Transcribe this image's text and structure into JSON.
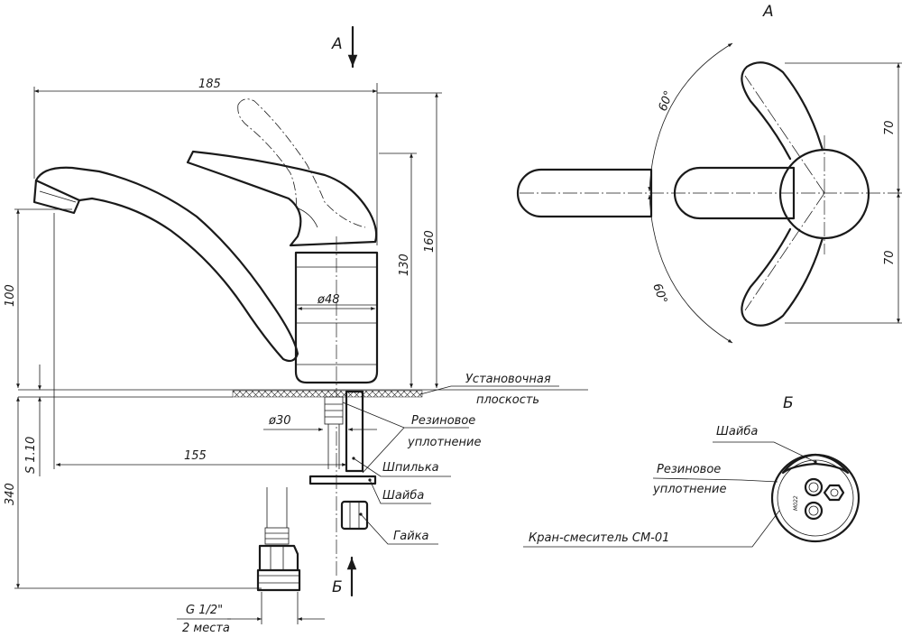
{
  "views": {
    "a_label": "А",
    "b_label": "Б"
  },
  "dimensions": {
    "d185": "185",
    "d160": "160",
    "d130": "130",
    "d100": "100",
    "d155": "155",
    "d340": "340",
    "s110": "S 1.10",
    "dia48": "ø48",
    "dia30": "ø30",
    "thread": "G 1/2\"",
    "qty": "2 места",
    "angle_top": "60°",
    "angle_bottom": "60°",
    "d70_top": "70",
    "d70_bottom": "70"
  },
  "callouts": {
    "mounting_surface_1": "Установочная",
    "mounting_surface_2": "плоскость",
    "rubber_seal_1": "Резиновое",
    "rubber_seal_2": "уплотнение",
    "stud": "Шпилька",
    "washer": "Шайба",
    "nut": "Гайка"
  },
  "detail_b": {
    "washer": "Шайба",
    "rubber_seal_1": "Резиновое",
    "rubber_seal_2": "уплотнение",
    "mixer": "Кран-смеситель СМ-01",
    "mark": "М022"
  }
}
